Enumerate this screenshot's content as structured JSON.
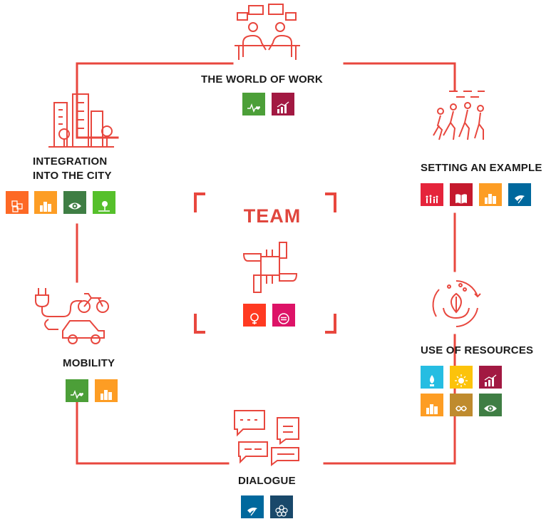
{
  "center": {
    "title": "TEAM"
  },
  "sections": {
    "world_of_work": {
      "label": "THE WORLD OF WORK"
    },
    "integration": {
      "label": "INTEGRATION\nINTO THE CITY"
    },
    "setting_example": {
      "label": "SETTING AN EXAMPLE"
    },
    "mobility": {
      "label": "MOBILITY"
    },
    "use_of_resources": {
      "label": "USE OF RESOURCES"
    },
    "dialogue": {
      "label": "DIALOGUE"
    }
  },
  "colors": {
    "accent": "#e8473e",
    "sdg1": "#e5243b",
    "sdg3": "#4c9f38",
    "sdg4": "#c5192d",
    "sdg5": "#ff3a21",
    "sdg6": "#26bde2",
    "sdg7": "#fcc30b",
    "sdg8": "#a21942",
    "sdg9": "#fd6925",
    "sdg10": "#dd1367",
    "sdg11": "#fd9d24",
    "sdg12": "#bf8b2e",
    "sdg13": "#3f7e44",
    "sdg15": "#56c02b",
    "sdg16": "#00689d",
    "sdg17": "#19486a"
  },
  "icons": {
    "world_of_work": "meeting-icon",
    "integration": "city-icon",
    "setting_example": "walking-people-icon",
    "mobility": "plug-bike-car-icon",
    "use_of_resources": "leaf-hands-cycle-icon",
    "dialogue": "chat-bubbles-icon",
    "team": "joined-hands-icon"
  }
}
